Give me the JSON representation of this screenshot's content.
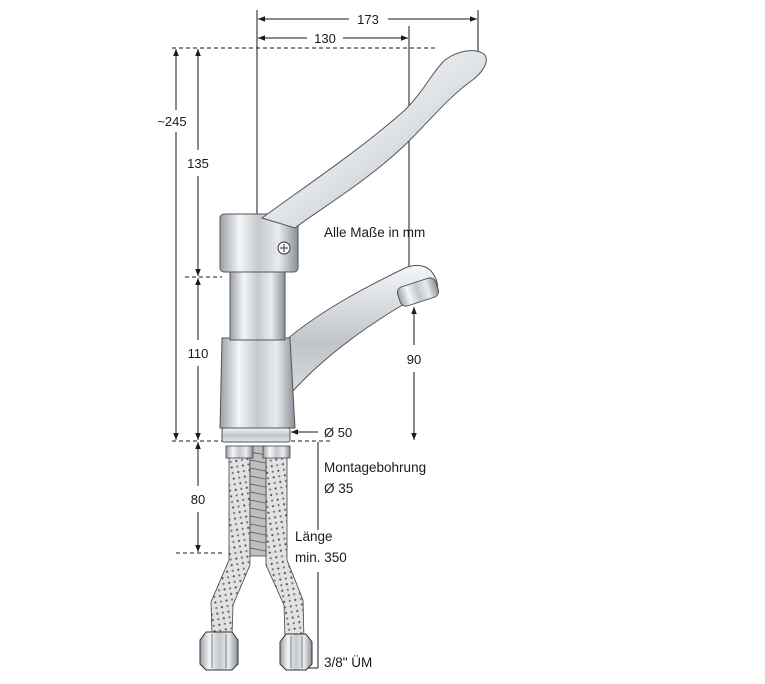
{
  "dimensions": {
    "total_width": "173",
    "handle_reach": "130",
    "total_height": "~245",
    "handle_height": "135",
    "body_height": "110",
    "spout_height": "90",
    "base_diameter": "Ø 50",
    "shank_length": "80"
  },
  "notes": {
    "units": "Alle Maße in mm",
    "mounting_hole_line1": "Montagebohrung",
    "mounting_hole_line2": "Ø 35",
    "hose_length_line1": "Länge",
    "hose_length_line2": "min. 350",
    "connection": "3/8\" ÜM"
  },
  "colors": {
    "line": "#1a1a1a",
    "chrome_dark": "#8f949a",
    "chrome_mid": "#c9cdd2",
    "chrome_light": "#f4f6f8",
    "hose": "#d8d8d8",
    "hose_pattern": "#555555"
  }
}
